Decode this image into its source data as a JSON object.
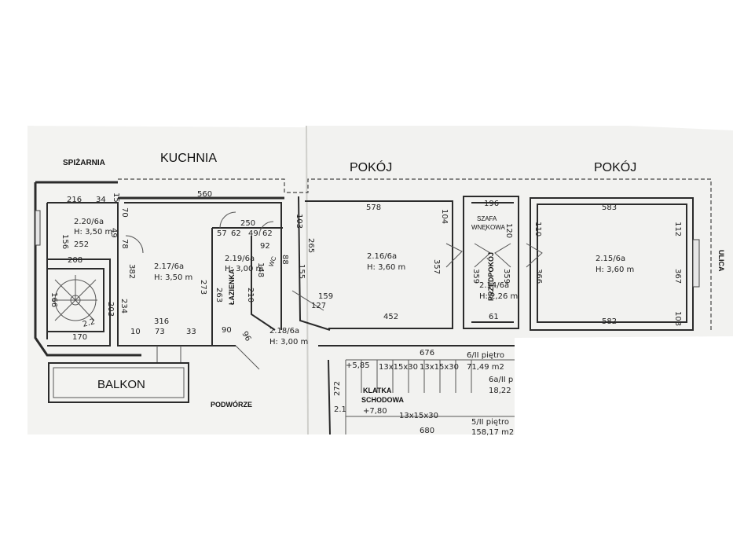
{
  "labels": {
    "spizarnia": "SPIŻARNIA",
    "kuchnia": "KUCHNIA",
    "pokoj1": "POKÓJ",
    "pokoj2": "POKÓJ",
    "szafa1": "SZAFA",
    "szafa2": "WNĘKOWA",
    "ulica": "ULICA",
    "lazienka": "ŁAZIENKA",
    "wc": "WC",
    "przedpokoj": "PRZEDPOKÓJ",
    "balkon": "BALKON",
    "podworze": "PODWÓRZE",
    "klatka1": "KLATKA",
    "klatka2": "SCHODOWA"
  },
  "rooms": {
    "r220": {
      "id": "2.20/6a",
      "h": "H: 3,50 m"
    },
    "r217": {
      "id": "2.17/6a",
      "h": "H: 3,50 m"
    },
    "r219": {
      "id": "2.19/6a",
      "h": "H: 3,00 m"
    },
    "r218": {
      "id": "2.18/6a",
      "h": "H: 3,00 m"
    },
    "r216": {
      "id": "2.16/6a",
      "h": "H: 3,60 m"
    },
    "r215": {
      "id": "2.15/6a",
      "h": "H: 3,60 m"
    },
    "r214": {
      "id": "2.14/6a",
      "h": "H: 2,26 m"
    }
  },
  "dims": {
    "d216": "216",
    "d34": "34",
    "d560": "560",
    "d156": "156",
    "d49": "49",
    "d78": "78",
    "d70": "70",
    "d252": "252",
    "d208": "208",
    "d382": "382",
    "d234": "234",
    "d203": "203",
    "d166": "166",
    "d170": "170",
    "d22": "2.2",
    "d10": "10",
    "d73": "73",
    "d316": "316",
    "d33": "33",
    "d90": "90",
    "d250": "250",
    "d57": "57",
    "d62a": "62",
    "d49b": "49",
    "d62b": "62",
    "d92": "92",
    "d273": "273",
    "d263": "263",
    "d210": "210",
    "d148": "148",
    "d88": "88",
    "d96": "96",
    "d103": "103",
    "d265": "265",
    "d155": "155",
    "d159": "159",
    "d127": "127",
    "d578": "578",
    "d104": "104",
    "d452": "452",
    "d357": "357",
    "d196": "196",
    "d120": "120",
    "d359": "359",
    "d359b": "359",
    "d61": "61",
    "d583": "583",
    "d110": "110",
    "d112": "112",
    "d366": "366",
    "d367": "367",
    "d582": "582",
    "d103b": "103",
    "d676": "676",
    "d272": "272",
    "d680": "680",
    "d15": "15"
  },
  "stair": {
    "lev1": "+5,85",
    "lev2": "+7,80",
    "step1": "13x15x30",
    "step2": "13x15x30",
    "step3": "13x15x30",
    "label21": "2.1",
    "p6": "6/II piętro",
    "a71": "71,49 m2",
    "p6a": "6a/II p",
    "a1822": "18,22",
    "p5": "5/II piętro",
    "a158": "158,17 m2"
  }
}
